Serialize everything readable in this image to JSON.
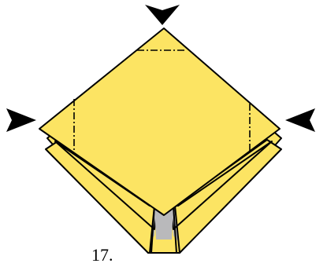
{
  "diagram": {
    "step_number": "17.",
    "colors": {
      "paper": "#FCE463",
      "paper_back": "#B9B9BB",
      "outline": "#000000",
      "arrow": "#000000",
      "background": "#FFFFFF"
    },
    "arrows": [
      {
        "name": "top-arrow-icon",
        "direction": "down"
      },
      {
        "name": "left-arrow-icon",
        "direction": "right"
      },
      {
        "name": "right-arrow-icon",
        "direction": "left"
      }
    ],
    "fold_lines": [
      {
        "name": "top-mountain-fold-line",
        "style": "dash-dot"
      },
      {
        "name": "left-mountain-fold-line",
        "style": "dash-dot"
      },
      {
        "name": "right-mountain-fold-line",
        "style": "dash-dot"
      }
    ]
  }
}
